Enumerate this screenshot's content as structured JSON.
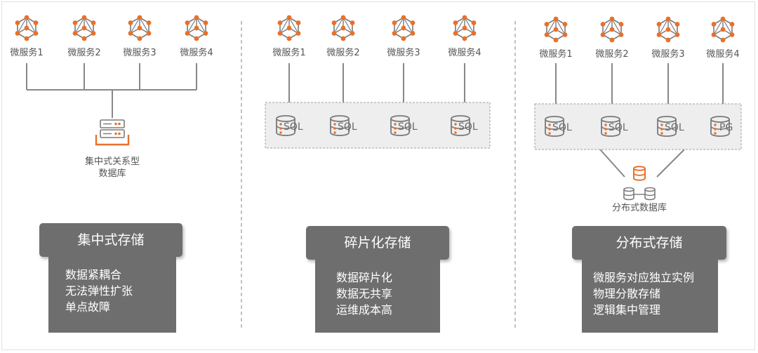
{
  "colors": {
    "accent": "#e8712a",
    "line": "#888888",
    "icon": "#7a7a7a",
    "box_fill": "#6e6e6e",
    "cluster_fill": "#eeeeee",
    "divider": "#a8a8a8"
  },
  "sections": [
    {
      "services": [
        "微服务1",
        "微服务2",
        "微服务3",
        "微服务4"
      ],
      "db_caption_lines": [
        "集中式关系型",
        "数据库"
      ],
      "title": "集中式存储",
      "desc": [
        "数据紧耦合",
        "无法弹性扩张",
        "单点故障"
      ]
    },
    {
      "services": [
        "微服务1",
        "微服务2",
        "微服务3",
        "微服务4"
      ],
      "dbs": [
        "SQL",
        "SQL",
        "SQL",
        "SQL"
      ],
      "title": "碎片化存储",
      "desc": [
        "数据碎片化",
        "数据无共享",
        "运维成本高"
      ]
    },
    {
      "services": [
        "微服务1",
        "微服务2",
        "微服务3",
        "微服务4"
      ],
      "dbs": [
        "SQL",
        "SQL",
        "SQL",
        "PG"
      ],
      "db_caption": "分布式数据库",
      "title": "分布式存储",
      "desc": [
        "微服务对应独立实例",
        "物理分散存储",
        "逻辑集中管理"
      ]
    }
  ]
}
